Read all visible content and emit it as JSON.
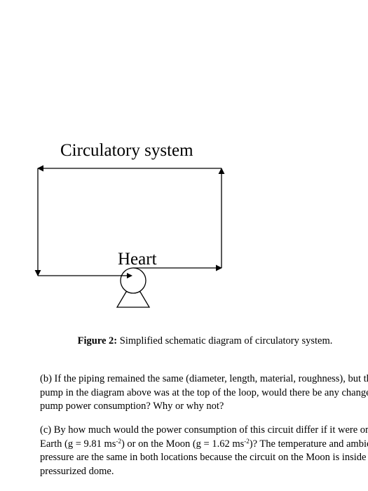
{
  "diagram": {
    "title": "Circulatory system",
    "heart_label": "Heart"
  },
  "caption": {
    "label": "Figure 2:",
    "text": " Simplified schematic diagram of circulatory system."
  },
  "question_b": {
    "lines": [
      "(b) If the piping remained the same (diameter, length, material, roughness), but the",
      "pump in the diagram above was at the top of the loop, would there be any change in",
      "pump power consumption? Why or why not?"
    ]
  },
  "question_c": {
    "line1": "(c) By how much would the power consumption of this circuit differ if it were on",
    "line2_a": "Earth (g = 9.81 ms",
    "line2_sup1": "-2",
    "line2_b": ") or on the Moon (g = 1.62 ms",
    "line2_sup2": "-2",
    "line2_c": ")? The temperature and ambient",
    "line3": "pressure are the same in both locations because the circuit on the Moon is inside a",
    "line4": "pressurized dome."
  }
}
